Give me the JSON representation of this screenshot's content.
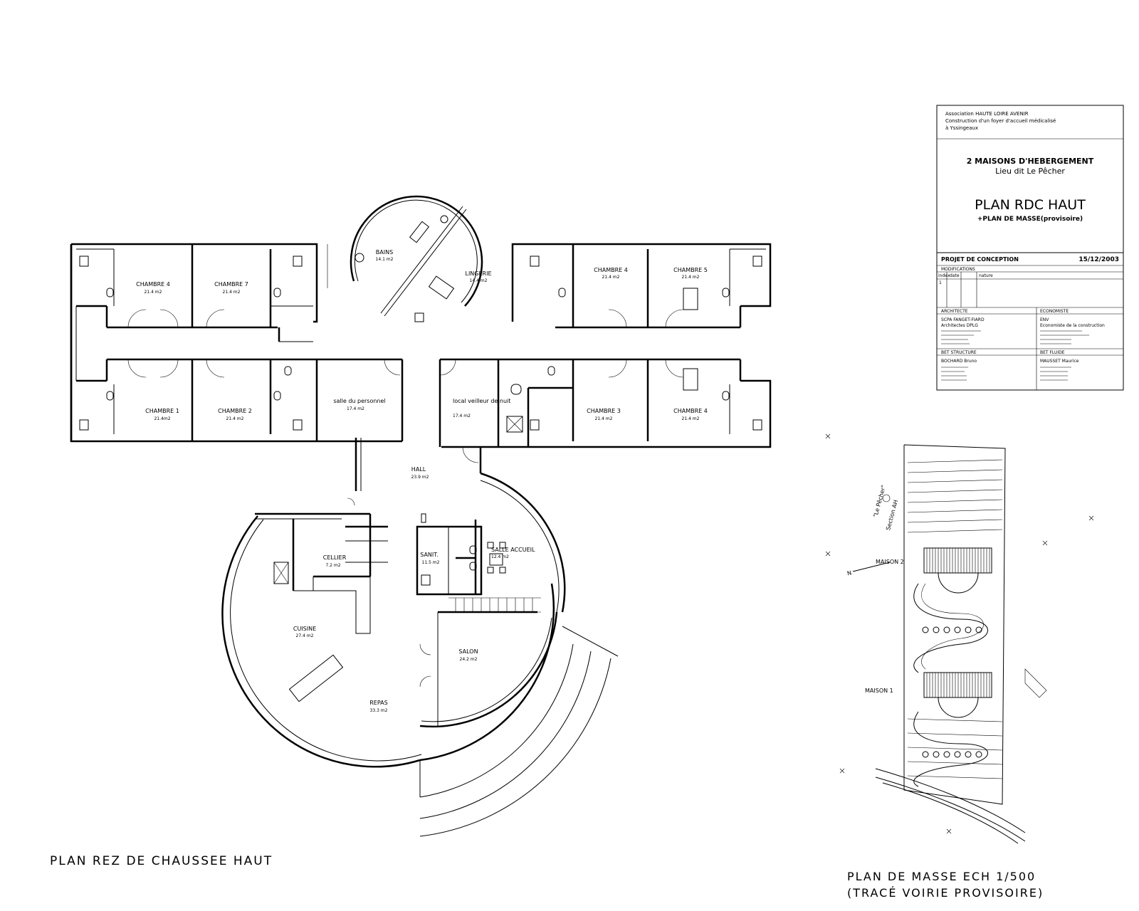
{
  "title_block": {
    "client_line1": "Association HAUTE LOIRE AVENIR",
    "client_line2": "Construction d'un foyer d'accueil médicalisé",
    "client_line3": "à Yssingeaux",
    "project_line1": "2 MAISONS D'HEBERGEMENT",
    "project_line2": "Lieu dit Le Pêcher",
    "sheet_title": "PLAN RDC HAUT",
    "sheet_subtitle": "+PLAN DE MASSE(provisoire)",
    "phase": "PROJET DE CONCEPTION",
    "date": "15/12/2003",
    "modifications_label": "MODIFICATIONS",
    "col_index": "index",
    "col_date": "date",
    "col_nature": "nature",
    "row_index": "1",
    "architecte_label": "ARCHITECTE",
    "architecte_name": "SCPA FANGET-FIARD",
    "architecte_sub": "Architectes DPLG",
    "economiste_label": "ECONOMISTE",
    "economiste_name": "ENV",
    "economiste_sub": "Economiste de la construction",
    "structure_label": "BET STRUCTURE",
    "structure_name": "BOCHARD Bruno",
    "fluide_label": "BET FLUIDE",
    "fluide_name": "MAUSSET Maurice"
  },
  "rooms": {
    "chambre_nw": {
      "name": "CHAMBRE 4",
      "area": "21.4 m2"
    },
    "chambre_7": {
      "name": "CHAMBRE 7",
      "area": "21.4 m2"
    },
    "bains": {
      "name": "BAINS",
      "area": "14.1 m2"
    },
    "lingerie": {
      "name": "LINGERIE",
      "area": "14.4 m2"
    },
    "chambre_ne": {
      "name": "CHAMBRE 4",
      "area": "21.4 m2"
    },
    "chambre_5": {
      "name": "CHAMBRE 5",
      "area": "21.4 m2"
    },
    "chambre_1": {
      "name": "CHAMBRE 1",
      "area": "21.4m2"
    },
    "chambre_2": {
      "name": "CHAMBRE 2",
      "area": "21.4 m2"
    },
    "salle_personnel": {
      "name": "salle du personnel",
      "area": "17.4 m2"
    },
    "local_veilleur": {
      "name": "local veilleur de nuit",
      "area": "17.4 m2"
    },
    "chambre_3": {
      "name": "CHAMBRE 3",
      "area": "21.4 m2"
    },
    "chambre_se": {
      "name": "CHAMBRE 4",
      "area": "21.4 m2"
    },
    "hall": {
      "name": "HALL",
      "area": "23.9 m2"
    },
    "cellier": {
      "name": "CELLIER",
      "area": "7.2 m2"
    },
    "sanit": {
      "name": "SANIT.",
      "area": "11.5 m2"
    },
    "salle_accueil": {
      "name": "SALLE ACCUEIL",
      "area": "12.4 m2"
    },
    "cuisine": {
      "name": "CUISINE",
      "area": "27.4 m2"
    },
    "salon": {
      "name": "SALON",
      "area": "24.2 m2"
    },
    "repas": {
      "name": "REPAS",
      "area": "33.3 m2"
    }
  },
  "site_plan": {
    "section_label": "Section AH",
    "place_name": "\"Le Pêcher\"",
    "maison_2": "MAISON 2",
    "maison_1": "MAISON 1",
    "north": "N"
  },
  "captions": {
    "floor_plan": "PLAN REZ DE CHAUSSEE HAUT",
    "site_plan_line1": "PLAN DE MASSE  ECH 1/500",
    "site_plan_line2": "(TRACÉ VOIRIE PROVISOIRE)"
  }
}
